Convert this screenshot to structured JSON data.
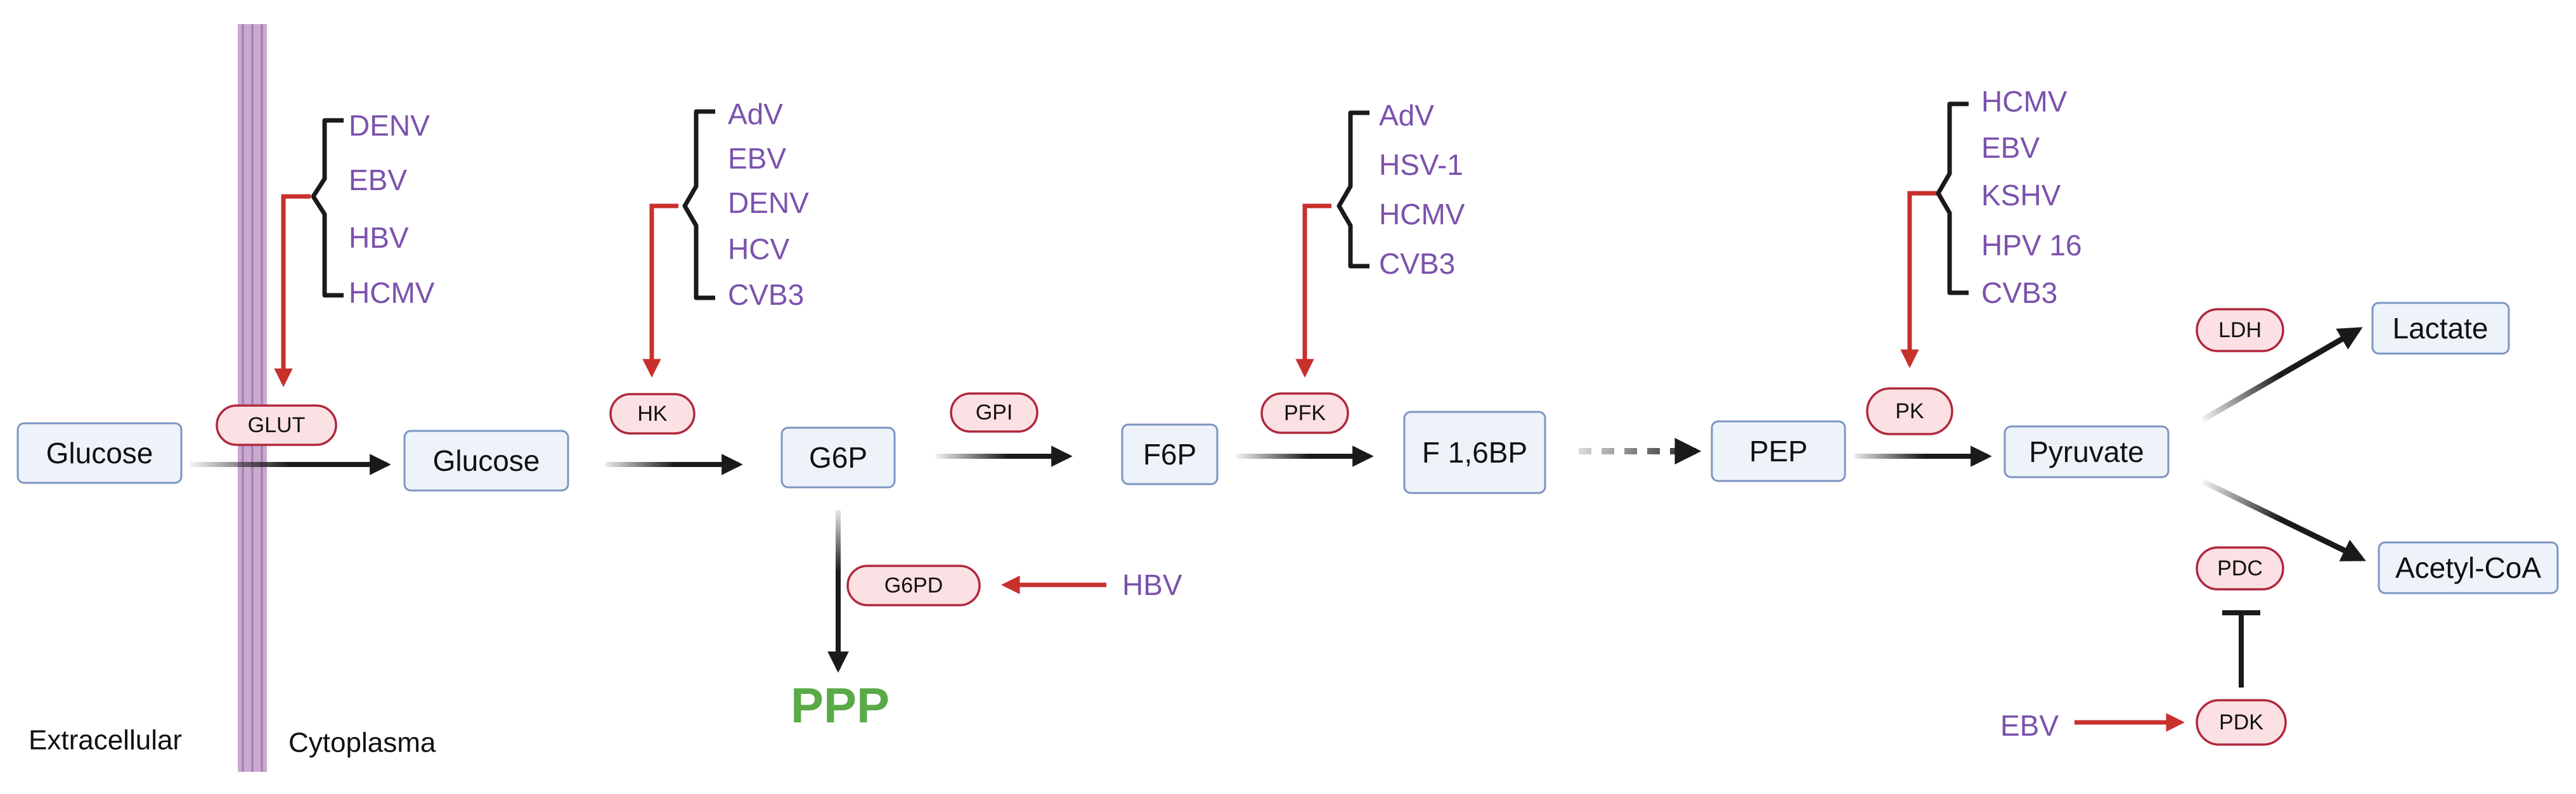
{
  "regions": {
    "extracellular": "Extracellular",
    "cytoplasma": "Cytoplasma"
  },
  "metabolites": {
    "glucose_out": "Glucose",
    "glucose_in": "Glucose",
    "g6p": "G6P",
    "f6p": "F6P",
    "f16bp": "F 1,6BP",
    "pep": "PEP",
    "pyruvate": "Pyruvate",
    "lactate": "Lactate",
    "acetyl_coa": "Acetyl-CoA",
    "ppp": "PPP"
  },
  "enzymes": {
    "glut": "GLUT",
    "hk": "HK",
    "gpi": "GPI",
    "pfk": "PFK",
    "pk": "PK",
    "ldh": "LDH",
    "pdc": "PDC",
    "g6pd": "G6PD",
    "pdk": "PDK"
  },
  "viruses": {
    "glut": [
      "DENV",
      "EBV",
      "HBV",
      "HCMV"
    ],
    "hk": [
      "AdV",
      "EBV",
      "DENV",
      "HCV",
      "CVB3"
    ],
    "pfk": [
      "AdV",
      "HSV-1",
      "HCMV",
      "CVB3"
    ],
    "pk": [
      "HCMV",
      "EBV",
      "KSHV",
      "HPV 16",
      "CVB3"
    ],
    "g6pd": "HBV",
    "pdk": "EBV"
  },
  "colors": {
    "virus_text": "#7b52ad",
    "activation_arrow": "#c8302c",
    "pathway_arrow": "#1a1a1a",
    "ppp_text": "#5aaa47",
    "membrane": "#c9a9cf",
    "metabolite_fill": "#eef3fa",
    "enzyme_fill": "#fbe0e4"
  }
}
